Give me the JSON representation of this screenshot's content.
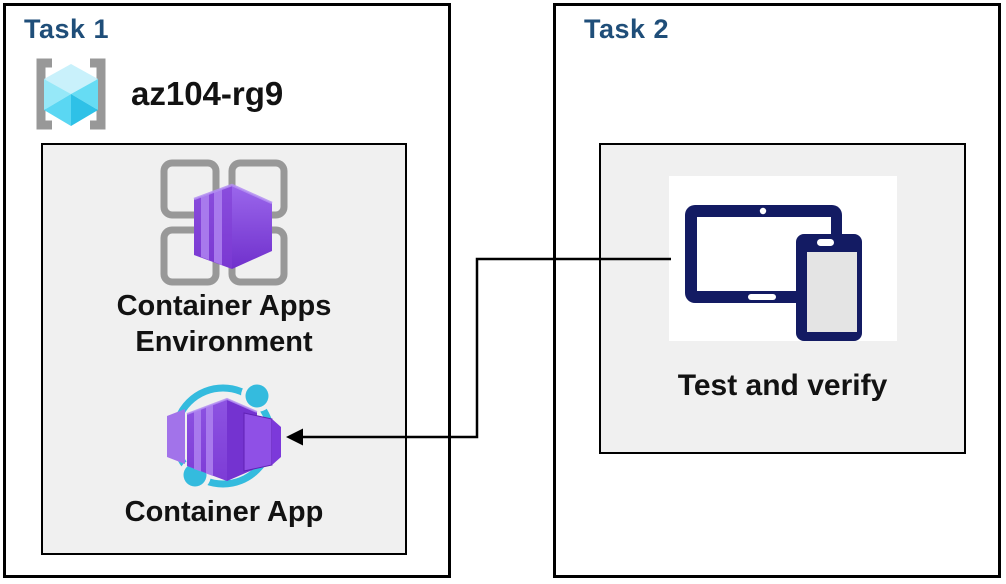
{
  "diagram": {
    "task1": {
      "title": "Task 1",
      "resource_group_name": "az104-rg9",
      "environment_label": "Container Apps Environment",
      "container_app_label": "Container App"
    },
    "task2": {
      "title": "Task 2",
      "test_label": "Test and verify"
    },
    "connector": {
      "from": "task2-devices",
      "to": "task1-container-app",
      "arrow_direction": "left"
    },
    "icons": {
      "resource_group": "resource-group-icon",
      "environment": "container-apps-environment-icon",
      "container_app": "container-app-icon",
      "devices": "tablet-and-phone-icon"
    }
  },
  "colors": {
    "task_title": "#1F4E79",
    "box_border": "#000000",
    "panel_fill": "#F0F0F0",
    "text": "#121212",
    "connector": "#000000",
    "navy_device": "#131B63",
    "cyan": "#34BBDE",
    "gray_frame": "#989898",
    "purple_front": "#7E40D6",
    "purple_side": "#8B50E4",
    "purple_stripe": "#AC7FEE"
  }
}
